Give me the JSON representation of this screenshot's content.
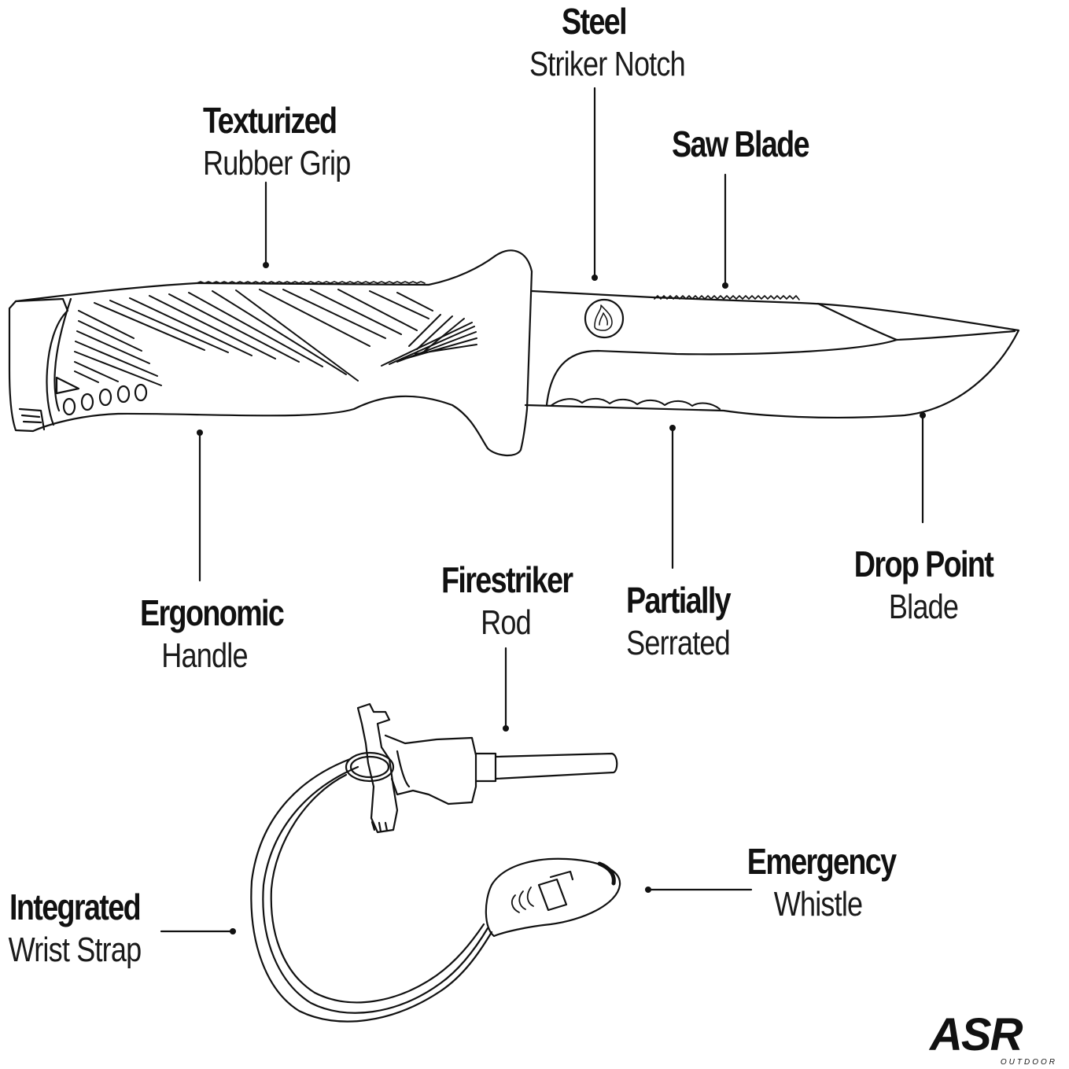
{
  "labels": {
    "steel": {
      "bold": "Steel",
      "regular": "Striker Notch"
    },
    "texturized": {
      "bold": "Texturized",
      "regular": "Rubber Grip"
    },
    "saw_blade": {
      "bold": "Saw Blade"
    },
    "ergonomic": {
      "bold": "Ergonomic",
      "regular": "Handle"
    },
    "firestriker": {
      "bold": "Firestriker",
      "regular": "Rod"
    },
    "partially": {
      "bold": "Partially",
      "regular": "Serrated"
    },
    "drop_point": {
      "bold": "Drop Point",
      "regular": "Blade"
    },
    "emergency": {
      "bold": "Emergency",
      "regular": "Whistle"
    },
    "integrated": {
      "bold": "Integrated",
      "regular": "Wrist Strap"
    }
  },
  "logo": {
    "mark": "ASR",
    "sub": "OUTDOOR"
  },
  "colors": {
    "ink": "#111111",
    "background": "#ffffff"
  }
}
